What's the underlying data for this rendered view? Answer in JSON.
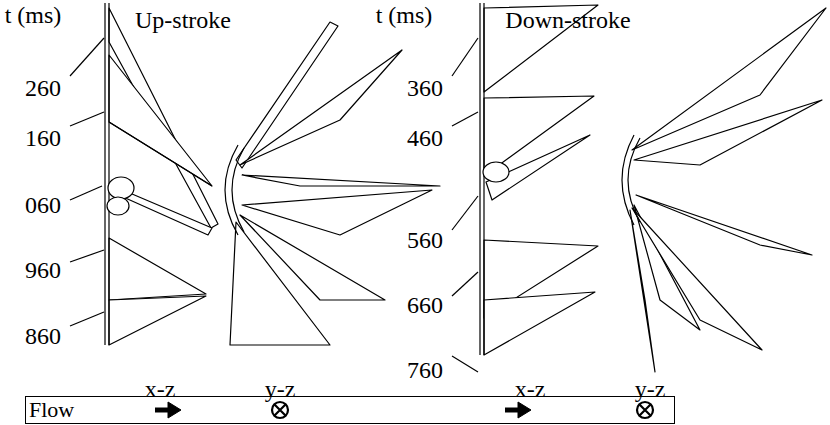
{
  "diagram": {
    "nodes": [
      {
        "text": [
          "Flow"
        ]
      }
    ],
    "labels": [
      "t (ms)",
      "Up-stroke",
      "260",
      "160",
      "060",
      "960",
      "860",
      "x-z",
      "y-z",
      "t (ms)",
      "Down-stroke",
      "360",
      "460",
      "560",
      "660",
      "760",
      "x-z",
      "y-z"
    ]
  }
}
